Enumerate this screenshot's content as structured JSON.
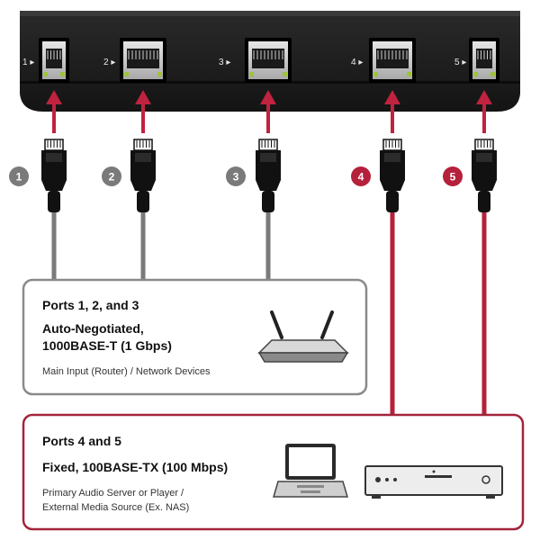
{
  "ports": [
    {
      "number": "1",
      "label": "1",
      "group": "gray"
    },
    {
      "number": "2",
      "label": "2",
      "group": "gray"
    },
    {
      "number": "3",
      "label": "3",
      "group": "gray"
    },
    {
      "number": "4",
      "label": "4",
      "group": "red"
    },
    {
      "number": "5",
      "label": "5",
      "group": "red"
    }
  ],
  "box_gray": {
    "title": "Ports 1, 2, and 3",
    "subtitle_line1": "Auto-Negotiated,",
    "subtitle_line2": "1000BASE-T (1 Gbps)",
    "description": "Main Input (Router) / Network Devices",
    "device_icon": "router-icon"
  },
  "box_red": {
    "title": "Ports 4 and 5",
    "subtitle": "Fixed, 100BASE-TX (100 Mbps)",
    "description_line1": "Primary Audio Server or Player /",
    "description_line2": "External Media Source (Ex. NAS)",
    "device_icons": [
      "laptop-icon",
      "audio-player-icon"
    ]
  },
  "colors": {
    "switch_body": "#1c1c1c",
    "gray_accent": "#7a7a7a",
    "red_accent": "#b5203a",
    "arrow_red": "#c0233f",
    "cable_black": "#111111",
    "box_border_gray": "#8a8a8a",
    "box_border_red": "#a3243b",
    "port_led": "#9fc23a"
  }
}
